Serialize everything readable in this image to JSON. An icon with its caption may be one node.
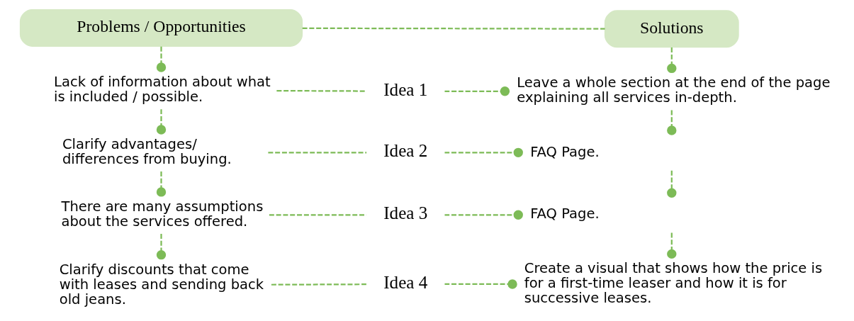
{
  "diagram": {
    "nodes": [
      {
        "text": [
          "Problems / Opportunities"
        ]
      },
      {
        "text": [
          "Solutions"
        ]
      },
      {
        "text": [
          "Lack of information about what is included / possible."
        ]
      },
      {
        "text": [
          "Clarify advantages/ differences from buying."
        ]
      },
      {
        "text": [
          "There are many assumptions about the services offered."
        ]
      },
      {
        "text": [
          "Clarify discounts that come with leases and sending back old jeans."
        ]
      },
      {
        "text": [
          "Idea 1"
        ]
      },
      {
        "text": [
          "Idea 2"
        ]
      },
      {
        "text": [
          "Idea 3"
        ]
      },
      {
        "text": [
          "Idea 4"
        ]
      },
      {
        "text": [
          "Leave a whole section at the end of the page explaining all services in-depth."
        ]
      },
      {
        "text": [
          "FAQ Page."
        ]
      },
      {
        "text": [
          "FAQ Page."
        ]
      },
      {
        "text": [
          "Create a visual that shows how the price is for a first-time leaser and how it is for successive leases."
        ]
      }
    ],
    "edges": [
      {
        "from": 0,
        "to": 1,
        "arrow": "none",
        "style": "dashed"
      },
      {
        "from": 0,
        "to": 2,
        "arrow": "other",
        "style": "dashed"
      },
      {
        "from": 2,
        "to": 3,
        "arrow": "other",
        "style": "dashed"
      },
      {
        "from": 3,
        "to": 4,
        "arrow": "other",
        "style": "dashed"
      },
      {
        "from": 4,
        "to": 5,
        "arrow": "other",
        "style": "dashed"
      },
      {
        "from": 1,
        "to": 10,
        "arrow": "other",
        "style": "dashed"
      },
      {
        "from": 10,
        "to": 11,
        "arrow": "other",
        "style": "dashed"
      },
      {
        "from": 11,
        "to": 12,
        "arrow": "other",
        "style": "dashed"
      },
      {
        "from": 12,
        "to": 13,
        "arrow": "other",
        "style": "dashed"
      },
      {
        "from": 2,
        "to": 6,
        "arrow": "none",
        "style": "dashed"
      },
      {
        "from": 6,
        "to": 10,
        "arrow": "other",
        "style": "dashed"
      },
      {
        "from": 3,
        "to": 7,
        "arrow": "none",
        "style": "dashed"
      },
      {
        "from": 7,
        "to": 11,
        "arrow": "other",
        "style": "dashed"
      },
      {
        "from": 4,
        "to": 8,
        "arrow": "none",
        "style": "dashed"
      },
      {
        "from": 8,
        "to": 12,
        "arrow": "other",
        "style": "dashed"
      },
      {
        "from": 5,
        "to": 9,
        "arrow": "none",
        "style": "dashed"
      },
      {
        "from": 9,
        "to": 13,
        "arrow": "other",
        "style": "dashed"
      }
    ]
  }
}
